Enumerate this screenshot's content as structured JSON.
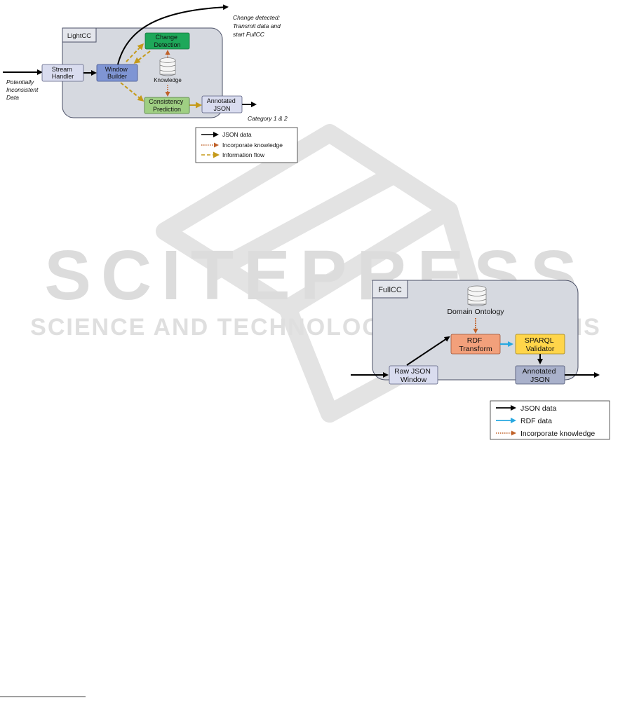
{
  "watermark": {
    "brand": "SCITEPRESS",
    "tagline": "SCIENCE AND TECHNOLOGY PUBLICATIONS"
  },
  "colors": {
    "json_arrow": "#000000",
    "knowledge_arrow": "#c0622a",
    "information_arrow": "#c59a1a",
    "rdf_arrow": "#29a8e0",
    "stream_handler": "#d9dcef",
    "window_builder": "#7f95d4",
    "change_detection": "#1ea85a",
    "consistency_prediction": "#9fcf83",
    "annotated_json_light": "#d9dcef",
    "raw_json_window": "#d9dcef",
    "rdf_transform": "#f2a07b",
    "sparql_validator": "#ffd54a",
    "annotated_json_full": "#a9b1cb"
  },
  "lightcc": {
    "title": "LightCC",
    "input_label": [
      "Potentially",
      "Inconsistent",
      "Data"
    ],
    "stream_handler": [
      "Stream",
      "Handler"
    ],
    "window_builder": [
      "Window",
      "Builder"
    ],
    "change_detection": [
      "Change",
      "Detection"
    ],
    "knowledge": "Knowledge",
    "consistency_prediction": [
      "Consistency",
      "Prediction"
    ],
    "annotated_json": [
      "Annotated",
      "JSON"
    ],
    "change_note": [
      "Change detected:",
      "Transmit data and",
      "start FullCC"
    ],
    "category_note": "Category 1 & 2",
    "legend": [
      {
        "label": "JSON data",
        "style": "solid",
        "color": "#000000"
      },
      {
        "label": "Incorporate knowledge",
        "style": "dotted",
        "color": "#c0622a"
      },
      {
        "label": "Information flow",
        "style": "dashed",
        "color": "#c59a1a"
      }
    ]
  },
  "fullcc": {
    "title": "FullCC",
    "domain_ontology": "Domain Ontology",
    "rdf_transform": [
      "RDF",
      "Transform"
    ],
    "sparql_validator": [
      "SPARQL",
      "Validator"
    ],
    "raw_json_window": [
      "Raw JSON",
      "Window"
    ],
    "annotated_json": [
      "Annotated",
      "JSON"
    ],
    "legend": [
      {
        "label": "JSON data",
        "style": "solid",
        "color": "#000000"
      },
      {
        "label": "RDF data",
        "style": "solid",
        "color": "#29a8e0"
      },
      {
        "label": "Incorporate knowledge",
        "style": "dotted",
        "color": "#c0622a"
      }
    ]
  }
}
